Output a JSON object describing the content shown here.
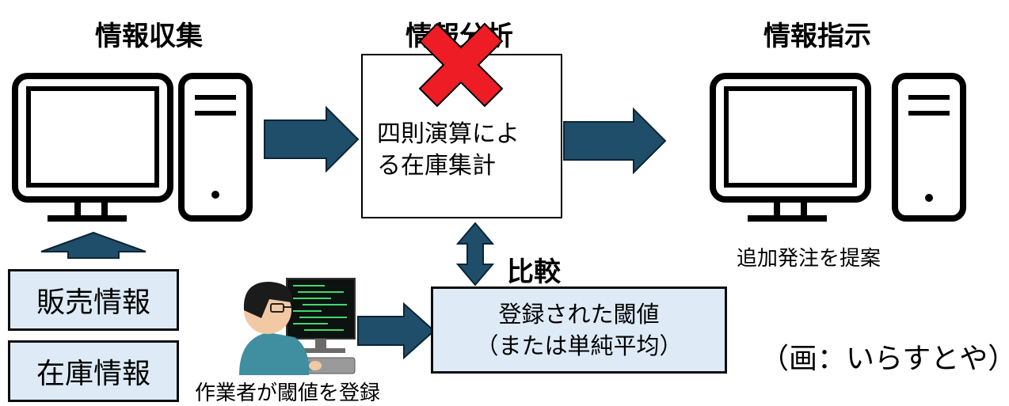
{
  "columns": {
    "collect": {
      "title": "情報収集"
    },
    "analyze": {
      "title": "情報分析"
    },
    "instruct": {
      "title": "情報指示"
    }
  },
  "analysis_box": {
    "line1": "四則演算によ",
    "line2": "る在庫集計"
  },
  "compare_label": "比較",
  "threshold_box": {
    "line1": "登録された閾値",
    "line2": "（または単純平均）"
  },
  "inputs": [
    "販売情報",
    "在庫情報"
  ],
  "captions": {
    "suggest": "追加発注を提案",
    "worker": "作業者が閾値を登録",
    "credit": "（画：いらすとや）"
  },
  "colors": {
    "arrow": "#1f4e6a",
    "box_fill": "#deebf7",
    "cross": "#ee1c25"
  }
}
